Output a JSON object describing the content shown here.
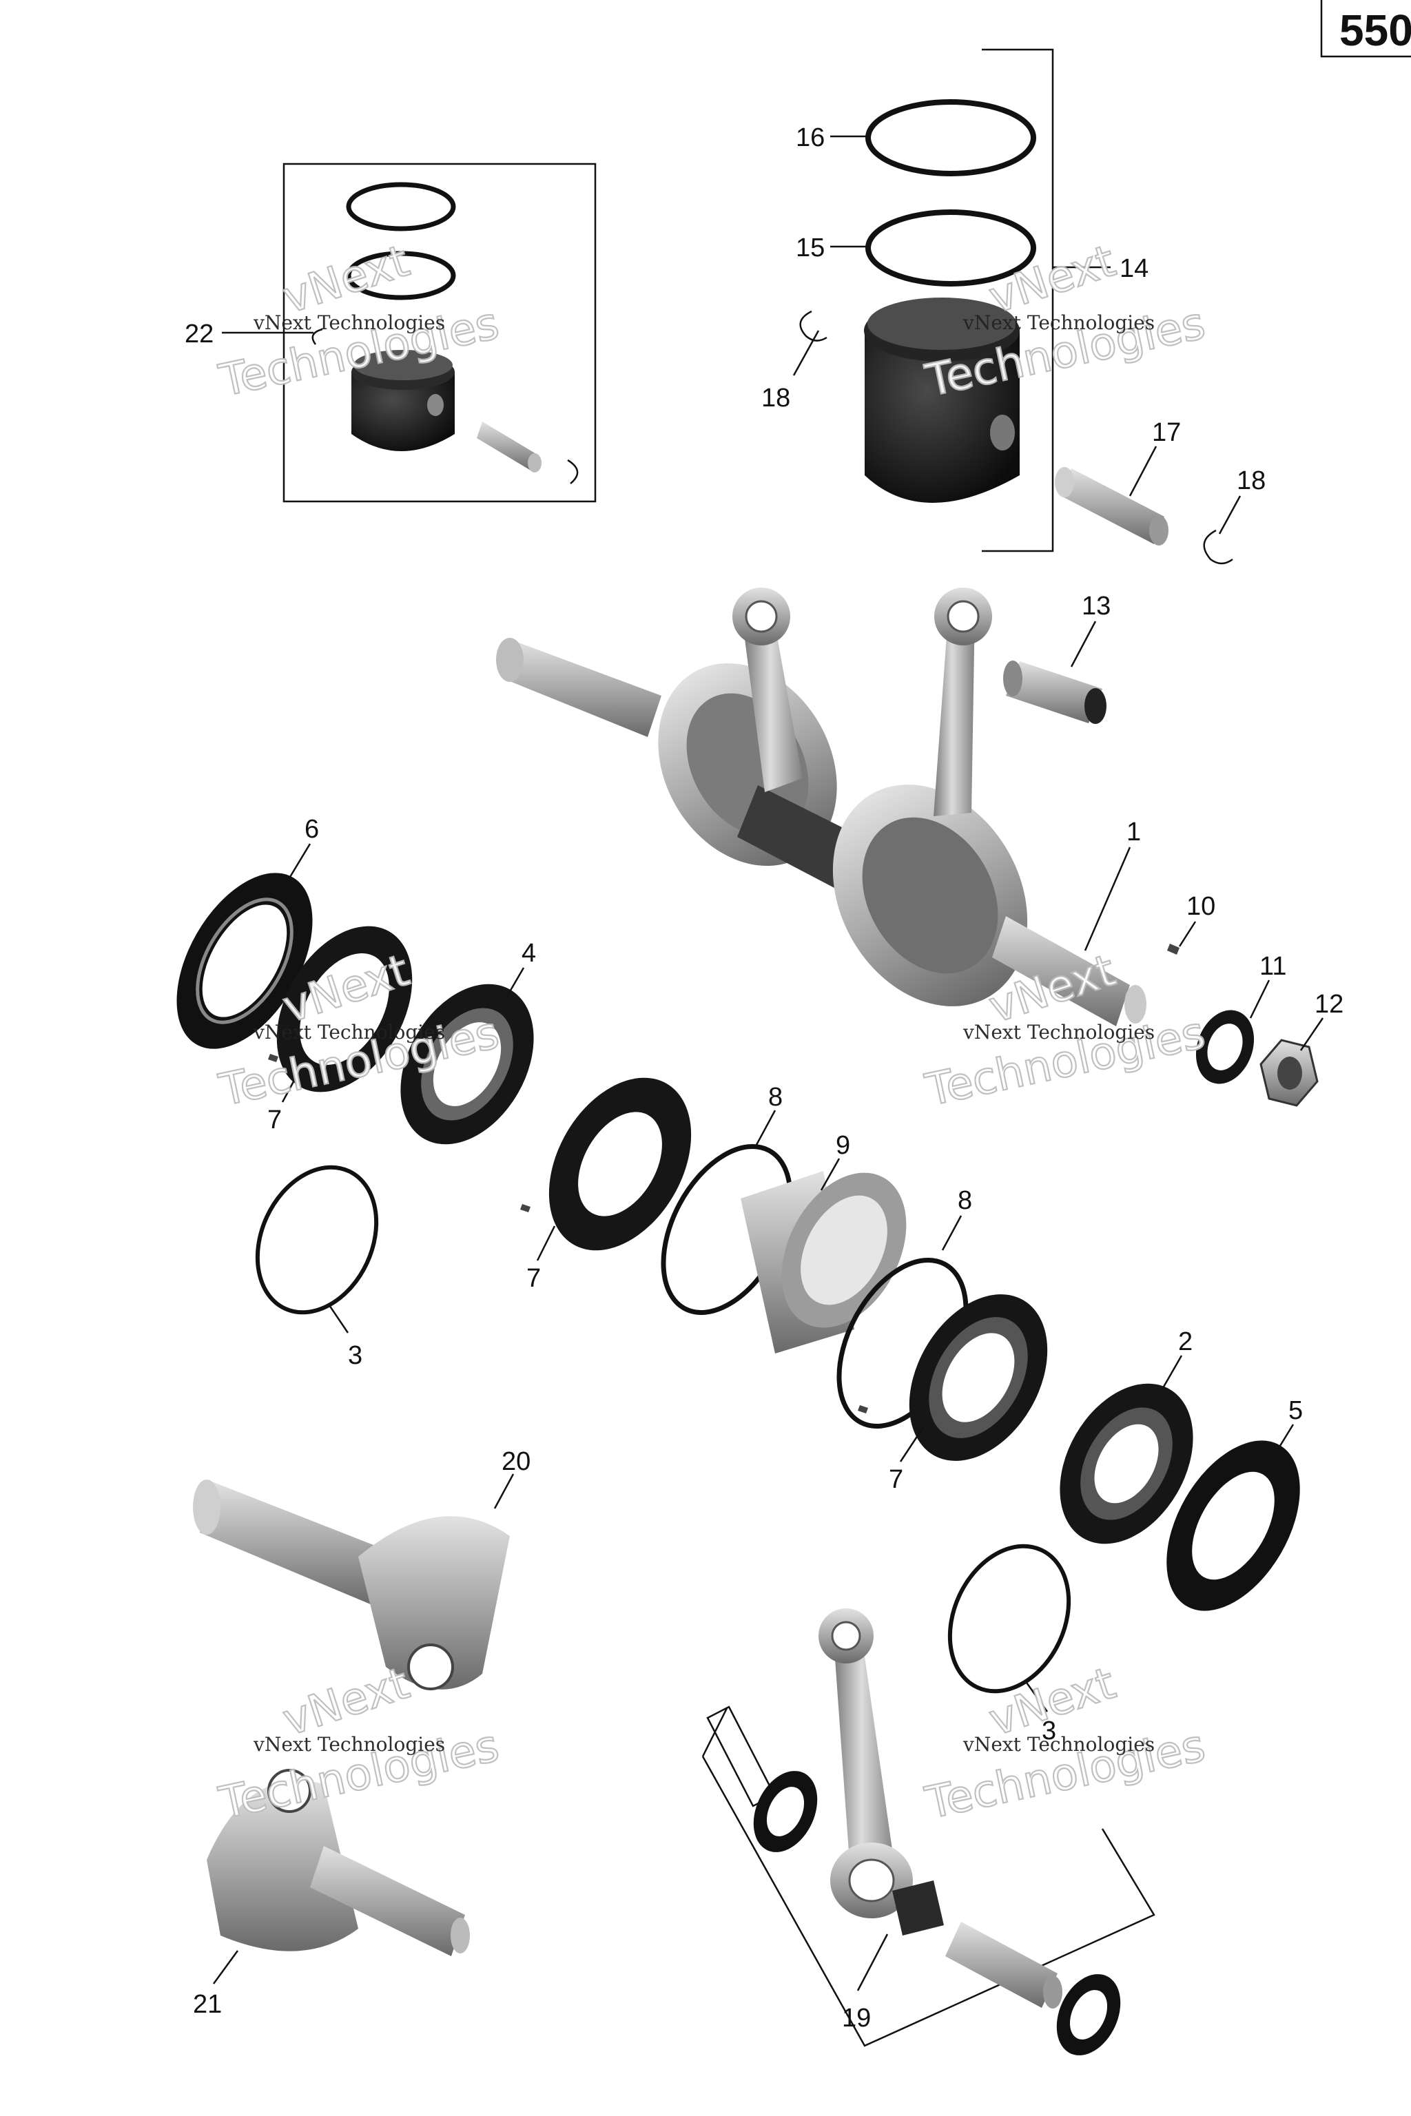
{
  "page_number": "550",
  "watermark": {
    "line1": "vNext Technologies",
    "line2": "vNext",
    "line3": "Technologies"
  },
  "callouts": {
    "c1": "1",
    "c2": "2",
    "c3a": "3",
    "c3b": "3",
    "c4": "4",
    "c5": "5",
    "c6": "6",
    "c7a": "7",
    "c7b": "7",
    "c7c": "7",
    "c8a": "8",
    "c8b": "8",
    "c9": "9",
    "c10": "10",
    "c11": "11",
    "c12": "12",
    "c13": "13",
    "c14": "14",
    "c15": "15",
    "c16": "16",
    "c17": "17",
    "c18a": "18",
    "c18b": "18",
    "c19": "19",
    "c20": "20",
    "c21": "21",
    "c22": "22"
  },
  "colors": {
    "metal_light": "#d0d0d0",
    "metal_mid": "#9a9a9a",
    "metal_dark": "#5a5a5a",
    "black_part": "#151515",
    "line": "#111111"
  }
}
